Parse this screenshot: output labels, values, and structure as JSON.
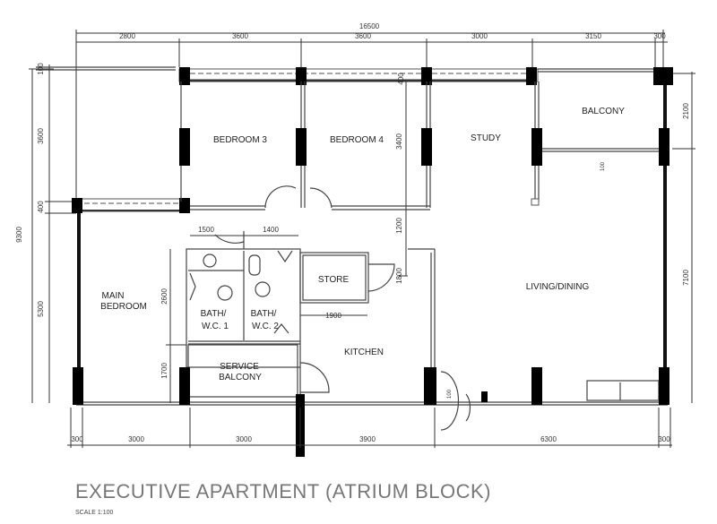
{
  "rooms": {
    "bedroom3": "BEDROOM 3",
    "bedroom4": "BEDROOM 4",
    "study": "STUDY",
    "balcony": "BALCONY",
    "main_bedroom_1": "MAIN",
    "main_bedroom_2": "BEDROOM",
    "store": "STORE",
    "living_dining": "LIVING/DINING",
    "bath1_1": "BATH/",
    "bath1_2": "W.C. 1",
    "bath2_1": "BATH/",
    "bath2_2": "W.C. 2",
    "kitchen": "KITCHEN",
    "service_balcony_1": "SERVICE",
    "service_balcony_2": "BALCONY"
  },
  "dimensions": {
    "top_total": "16500",
    "top": [
      "2800",
      "3600",
      "3600",
      "3000",
      "3150",
      "300"
    ],
    "bottom": [
      "300",
      "3000",
      "3000",
      "3900",
      "6300",
      "300"
    ],
    "left_total": "9300",
    "left": [
      "100",
      "3600",
      "400",
      "5300"
    ],
    "right": [
      "2100",
      "7100"
    ],
    "inner": {
      "d3400": "3400",
      "d400": "400",
      "d1200": "1200",
      "d1800": "1800",
      "d2600": "2600",
      "d1700": "1700",
      "d1500": "1500",
      "d1400": "1400",
      "d1900": "1900",
      "d100a": "100",
      "d100b": "100"
    }
  },
  "title": "EXECUTIVE APARTMENT (ATRIUM BLOCK)",
  "scale": "SCALE   1:100"
}
